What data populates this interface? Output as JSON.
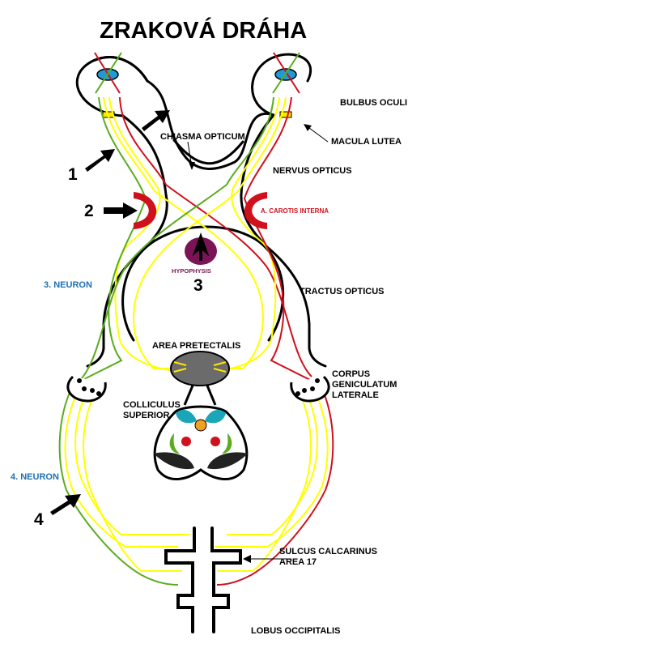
{
  "title": "ZRAKOVÁ DRÁHA",
  "labels": {
    "bulbus_oculi": "BULBUS OCULI",
    "macula_lutea": "MACULA LUTEA",
    "chiasma_opticum": "CHIASMA OPTICUM",
    "nervus_opticus": "NERVUS OPTICUS",
    "carotis_interna": "A. CAROTIS INTERNA",
    "hypophysis": "HYPOPHYSIS",
    "neuron_3": "3. NEURON",
    "tractus_opticus": "TRACTUS OPTICUS",
    "area_pretectalis": "AREA PRETECTALIS",
    "corpus_1": "CORPUS",
    "corpus_2": "GENICULATUM",
    "corpus_3": "LATERALE",
    "colliculus_1": "COLLICULUS",
    "colliculus_2": "SUPERIOR",
    "neuron_4": "4. NEURON",
    "sulcus_1": "SULCUS CALCARINUS",
    "sulcus_2": "AREA 17",
    "lobus_occipitalis": "LOBUS OCCIPITALIS"
  },
  "markers": [
    "1",
    "2",
    "3",
    "4"
  ],
  "colors": {
    "outline": "#000000",
    "yellow_pathway": "#ffff00",
    "green_pathway": "#5aac1e",
    "red_pathway": "#d0101c",
    "lens": "#1e9ad6",
    "macula": "#ffe600",
    "hypophysis": "#7a1456",
    "pretectal": "#6b6b6b",
    "colliculus": "#1aa6b8",
    "neuron_label": "#1f6fb4"
  }
}
